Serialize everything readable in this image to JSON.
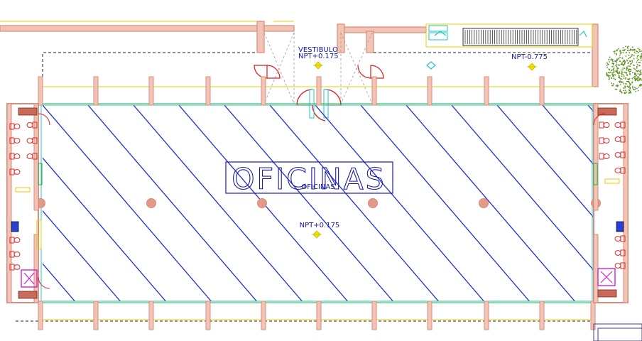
{
  "labels": {
    "title": "OFICINAS",
    "room_name": "OFICINAS",
    "room_level": "NPT+0.175",
    "vestibule_name": "VESTIBULO",
    "vestibule_level": "NPT+0.175",
    "east_level": "NPT-0.775"
  },
  "colors": {
    "wall": "#d98c7a",
    "wall_fill": "#f2c4b6",
    "hatch": "#1f2fd6",
    "guide": "#e6d200",
    "cyan": "#21c6c6",
    "green": "#22b33a",
    "text": "#1a1aa8",
    "level_marker": "#f2e200",
    "door": "#e01818",
    "tree": "#5a8f1c",
    "magenta": "#d11fd1"
  },
  "icons": {
    "level_marker": "level-marker-icon",
    "stair_marker": "stair-direction-icon",
    "door_swing": "door-swing-icon",
    "toilet": "toilet-icon",
    "tree": "tree-icon"
  }
}
